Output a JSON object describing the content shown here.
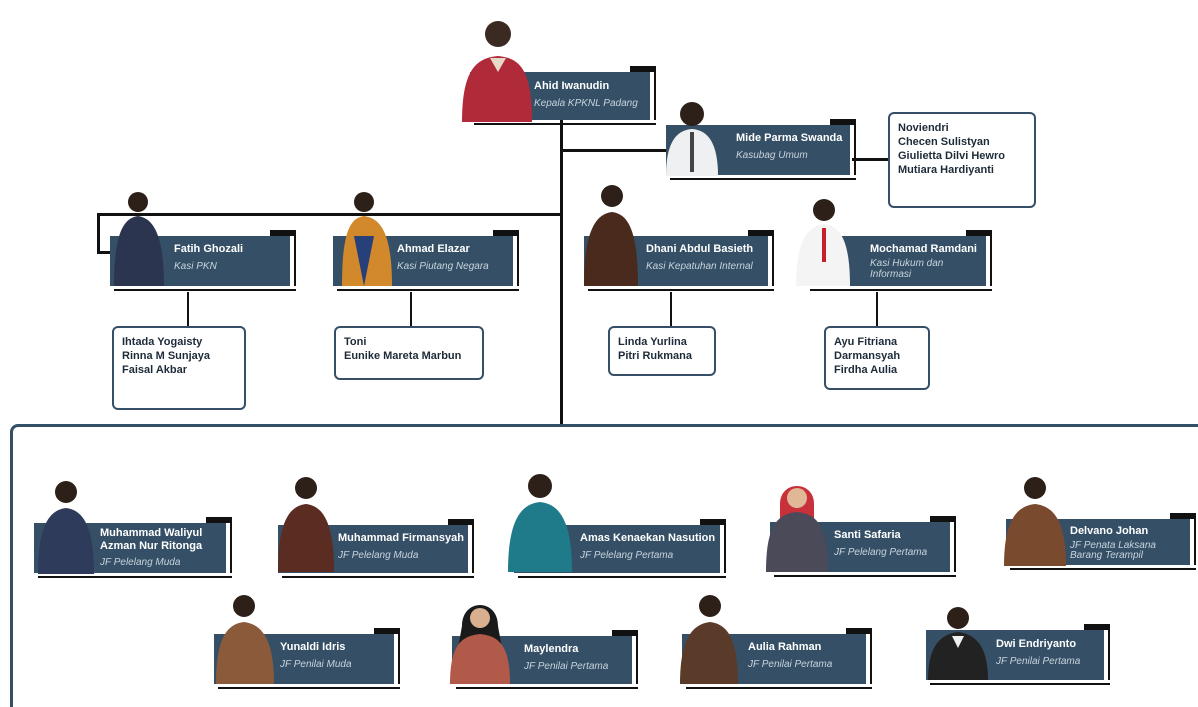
{
  "head": {
    "name": "Ahid Iwanudin",
    "role": "Kepala KPKNL Padang"
  },
  "subbag": {
    "name": "Mide Parma Swanda",
    "role": "Kasubag Umum",
    "staff": [
      "Noviendri",
      "Checen Sulistyan",
      "Giulietta Dilvi Hewro",
      "Mutiara Hardiyanti"
    ]
  },
  "sections": [
    {
      "name": "Fatih Ghozali",
      "role": "Kasi PKN",
      "staff": [
        "Ihtada Yogaisty",
        "Rinna M Sunjaya",
        "Faisal Akbar"
      ]
    },
    {
      "name": "Ahmad Elazar",
      "role": "Kasi Piutang Negara",
      "staff": [
        "Toni",
        "Eunike Mareta Marbun"
      ]
    },
    {
      "name": "Dhani Abdul Basieth",
      "role": "Kasi Kepatuhan Internal",
      "staff": [
        "Linda Yurlina",
        "Pitri Rukmana"
      ]
    },
    {
      "name": "Mochamad Ramdani",
      "role": "Kasi Hukum dan Informasi",
      "staff": [
        "Ayu Fitriana",
        "Darmansyah",
        "Firdha Aulia"
      ]
    }
  ],
  "functional": [
    {
      "name": "Muhammad Waliyul Azman Nur Ritonga",
      "role": "JF Pelelang Muda"
    },
    {
      "name": "Muhammad Firmansyah",
      "role": "JF Pelelang Muda"
    },
    {
      "name": "Amas Kenaekan Nasution",
      "role": "JF Pelelang Pertama"
    },
    {
      "name": "Santi Safaria",
      "role": "JF Pelelang Pertama"
    },
    {
      "name": "Delvano Johan",
      "role": "JF Penata Laksana Barang Terampil"
    },
    {
      "name": "Yunaldi Idris",
      "role": "JF Penilai Muda"
    },
    {
      "name": "Maylendra",
      "role": "JF Penilai Pertama"
    },
    {
      "name": "Aulia Rahman",
      "role": "JF Penilai Pertama"
    },
    {
      "name": "Dwi Endriyanto",
      "role": "JF Penilai Pertama"
    }
  ],
  "colors": {
    "card": "#355066",
    "line": "#111111",
    "box_border": "#355066"
  }
}
